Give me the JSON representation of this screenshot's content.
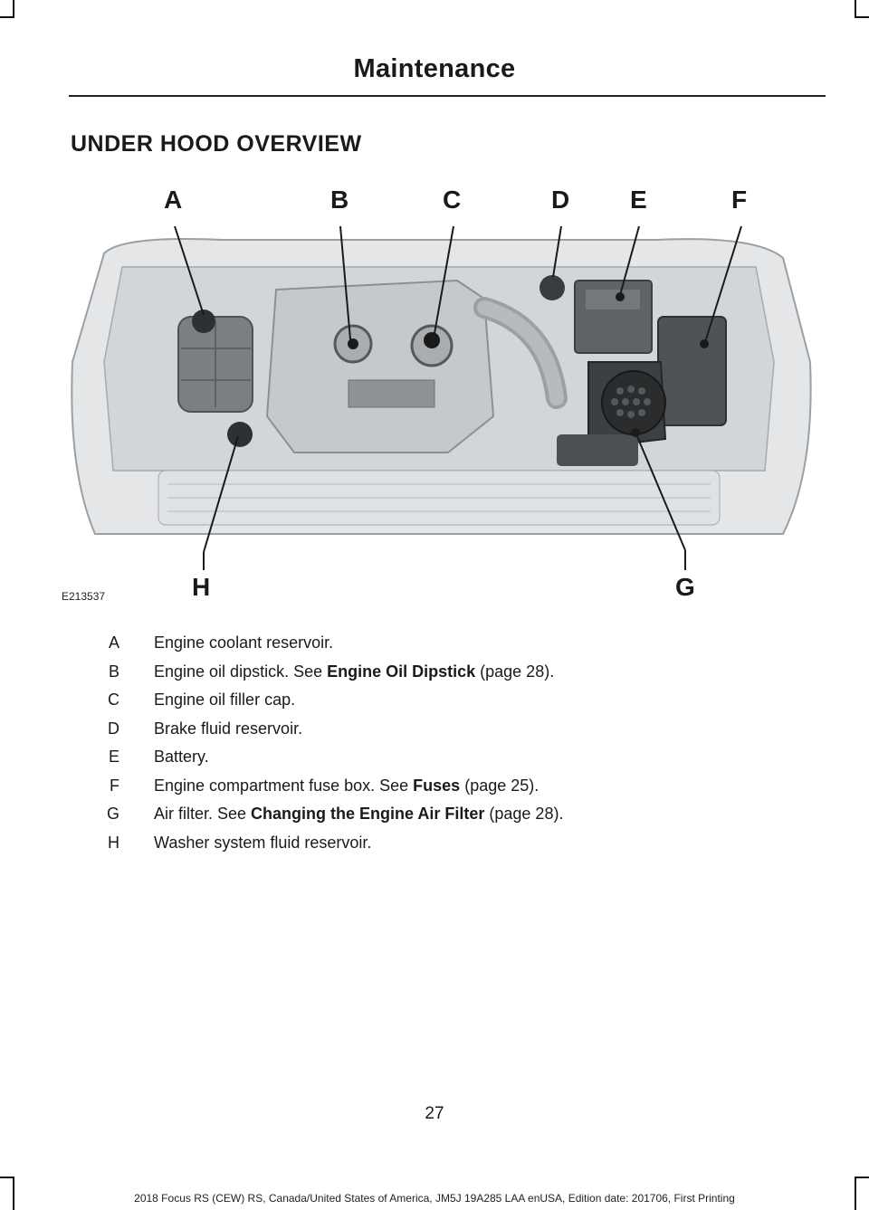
{
  "header": {
    "title": "Maintenance"
  },
  "section": {
    "title": "UNDER HOOD OVERVIEW"
  },
  "figure": {
    "id": "E213537",
    "callouts": [
      "A",
      "B",
      "C",
      "D",
      "E",
      "F",
      "G",
      "H"
    ]
  },
  "legend": [
    {
      "key": "A",
      "text": "Engine coolant reservoir.",
      "link": "",
      "suffix": ""
    },
    {
      "key": "B",
      "text": "Engine oil dipstick.  See ",
      "link": "Engine Oil Dipstick",
      "suffix": " (page 28)."
    },
    {
      "key": "C",
      "text": "Engine oil filler cap.",
      "link": "",
      "suffix": ""
    },
    {
      "key": "D",
      "text": "Brake fluid reservoir.",
      "link": "",
      "suffix": ""
    },
    {
      "key": "E",
      "text": "Battery.",
      "link": "",
      "suffix": ""
    },
    {
      "key": "F",
      "text": "Engine compartment fuse box.  See ",
      "link": "Fuses",
      "suffix": " (page 25)."
    },
    {
      "key": "G",
      "text": "Air filter.  See ",
      "link": "Changing the Engine Air Filter",
      "suffix": " (page 28)."
    },
    {
      "key": "H",
      "text": "Washer system fluid reservoir.",
      "link": "",
      "suffix": ""
    }
  ],
  "page_number": "27",
  "footer": "2018 Focus RS (CEW) RS, Canada/United States of America, JM5J 19A285 LAA enUSA, Edition date: 201706, First Printing"
}
